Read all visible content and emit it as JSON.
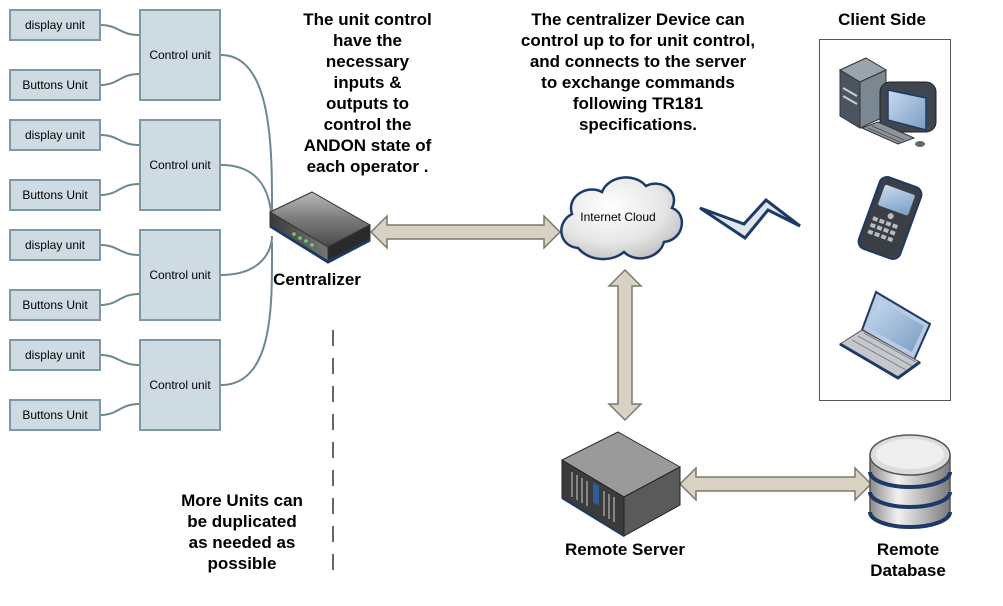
{
  "units": [
    {
      "display": "display unit",
      "buttons": "Buttons Unit",
      "control": "Control unit"
    },
    {
      "display": "display unit",
      "buttons": "Buttons Unit",
      "control": "Control unit"
    },
    {
      "display": "display unit",
      "buttons": "Buttons Unit",
      "control": "Control unit"
    },
    {
      "display": "display unit",
      "buttons": "Buttons Unit",
      "control": "Control unit"
    }
  ],
  "texts": {
    "unit_control_note": "The unit control\nhave the\nnecessary\ninputs &\noutputs to\ncontrol the\nANDON state of\neach operator .",
    "centralizer_note": "The centralizer Device can\ncontrol up to for unit control,\nand connects to the server\nto exchange commands\nfollowing TR181\nspecifications.",
    "client_side": "Client Side",
    "centralizer": "Centralizer",
    "internet_cloud": "Internet Cloud",
    "more_units": "More Units can\nbe duplicated\nas needed as\npossible",
    "remote_server": "Remote Server",
    "remote_database": "Remote\nDatabase"
  },
  "client_devices": [
    "desktop-computer-icon",
    "mobile-phone-icon",
    "laptop-icon"
  ],
  "colors": {
    "unit_fill": "#cfdbe2",
    "unit_border": "#7f98a6",
    "connector": "#6f8791",
    "arrow_fill": "#d8d2c4",
    "arrow_stroke": "#7d7868",
    "navy": "#1d3a66"
  }
}
